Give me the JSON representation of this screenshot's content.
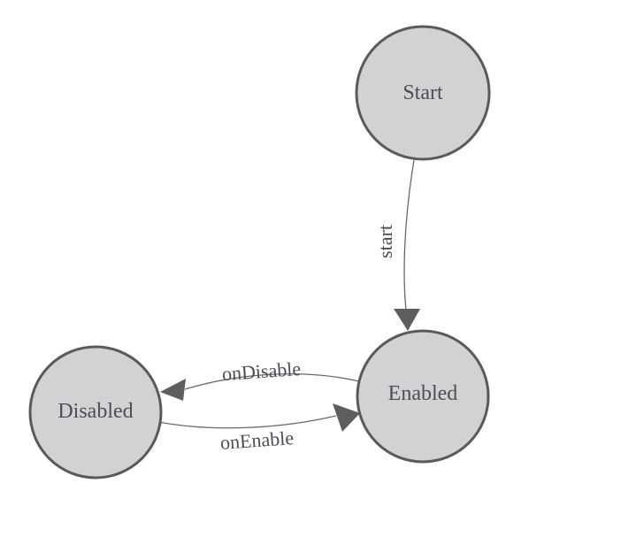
{
  "diagram": {
    "type": "state-machine",
    "background": "#ffffff",
    "colors": {
      "node_fill": "#d2d2d2",
      "node_stroke": "#5a5a5a",
      "edge_color": "#696969",
      "arrow_fill": "#5e5e5e",
      "label_color": "#4d4d55"
    },
    "nodes": [
      {
        "id": "start",
        "label": "Start"
      },
      {
        "id": "enabled",
        "label": "Enabled"
      },
      {
        "id": "disabled",
        "label": "Disabled"
      }
    ],
    "edges": [
      {
        "from": "Start",
        "to": "Enabled",
        "label": "start"
      },
      {
        "from": "Enabled",
        "to": "Disabled",
        "label": "onDisable"
      },
      {
        "from": "Disabled",
        "to": "Enabled",
        "label": "onEnable"
      }
    ]
  }
}
